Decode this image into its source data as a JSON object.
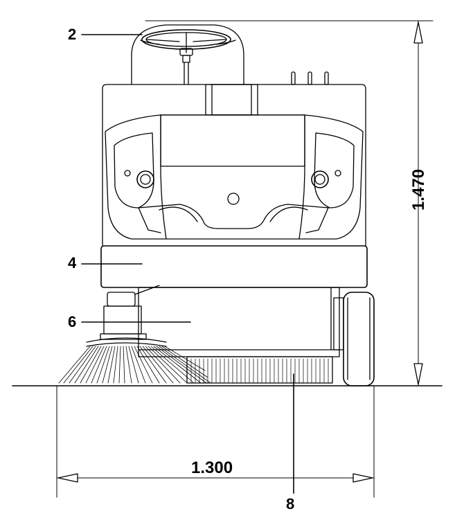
{
  "callouts": {
    "steering": "2",
    "bumper": "4",
    "side_brush": "6",
    "main_brush": "8"
  },
  "dimensions": {
    "width": "1.300",
    "height": "1.470"
  }
}
